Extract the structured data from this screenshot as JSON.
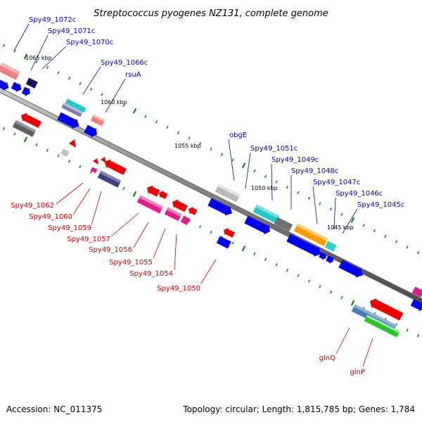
{
  "header": {
    "title": "Streptococcus pyogenes NZ131, complete genome"
  },
  "footer": {
    "accession": "Accession: NC_011375",
    "summary": "Topology: circular; Length: 1,815,785 bp; Genes: 1,784"
  },
  "scale_labels": [
    "1065 kbp",
    "1060 kbp",
    "1055 kbp",
    "1050 kbp",
    "1045 kbp"
  ],
  "gene_labels_forward": [
    "Spy49_1072c",
    "Spy49_1071c",
    "Spy49_1070c",
    "Spy49_1066c",
    "rsuA",
    "obgE",
    "Spy49_1051c",
    "Spy49_1049c",
    "Spy49_1048c",
    "Spy49_1047c",
    "Spy49_1046c",
    "Spy49_1045c"
  ],
  "gene_labels_reverse": [
    "Spy49_1062",
    "Spy49_1060",
    "Spy49_1059",
    "Spy49_1057",
    "Spy49_1056",
    "Spy49_1055",
    "Spy49_1054",
    "Spy49_1050",
    "glnQ",
    "glnP"
  ],
  "colors": {
    "forward_label": "#0000cc",
    "reverse_label": "#cc0000",
    "cds": "#0000ee",
    "rev_cds": "#ee0000",
    "backbone": "#808080",
    "tick": "#118811"
  }
}
